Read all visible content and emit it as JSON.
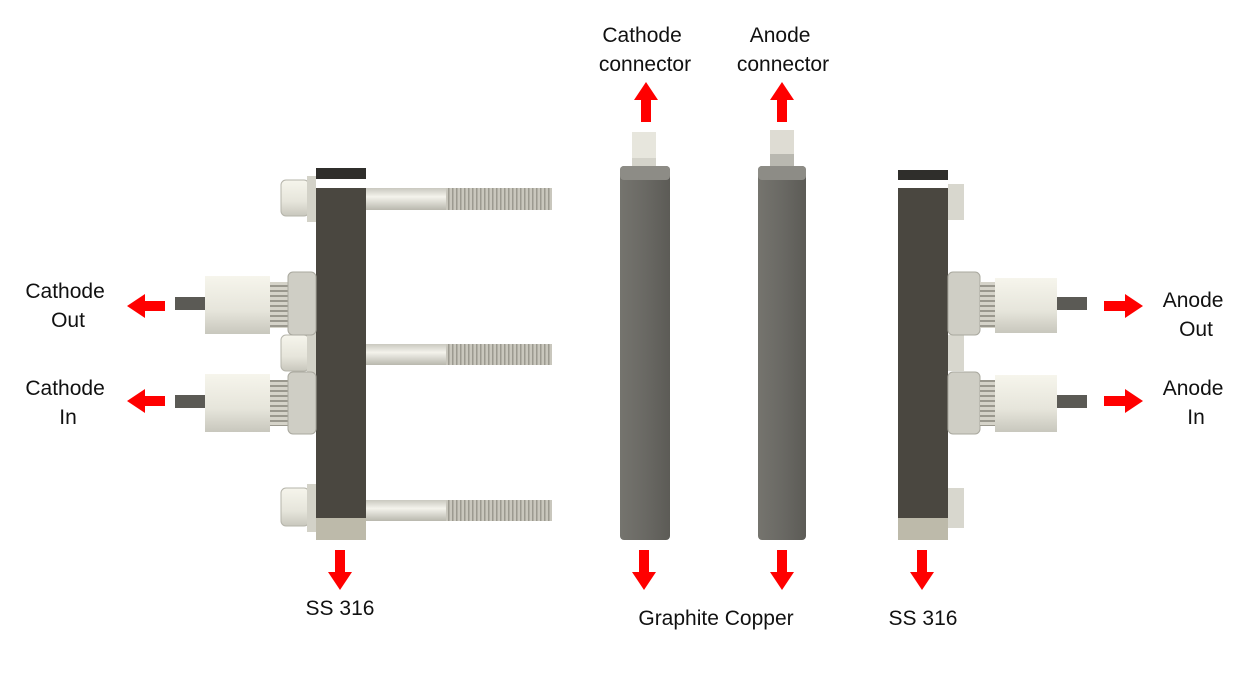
{
  "labels": {
    "cathode_out": [
      "Cathode",
      "Out"
    ],
    "cathode_in": [
      "Cathode",
      "In"
    ],
    "anode_out": [
      "Anode",
      "Out"
    ],
    "anode_in": [
      "Anode",
      "In"
    ],
    "cathode_connector": [
      "Cathode",
      "connector"
    ],
    "anode_connector": [
      "Anode",
      "connector"
    ],
    "left_plate": "SS 316",
    "middle_plates": "Graphite Copper",
    "right_plate": "SS 316"
  },
  "colors": {
    "arrow": "#ff0000",
    "endplate": "#4a4740",
    "graphite": "#6e6d67",
    "copper": "#6b6a64",
    "steel": "#d9d8d0",
    "fitting": "#eeede4"
  }
}
